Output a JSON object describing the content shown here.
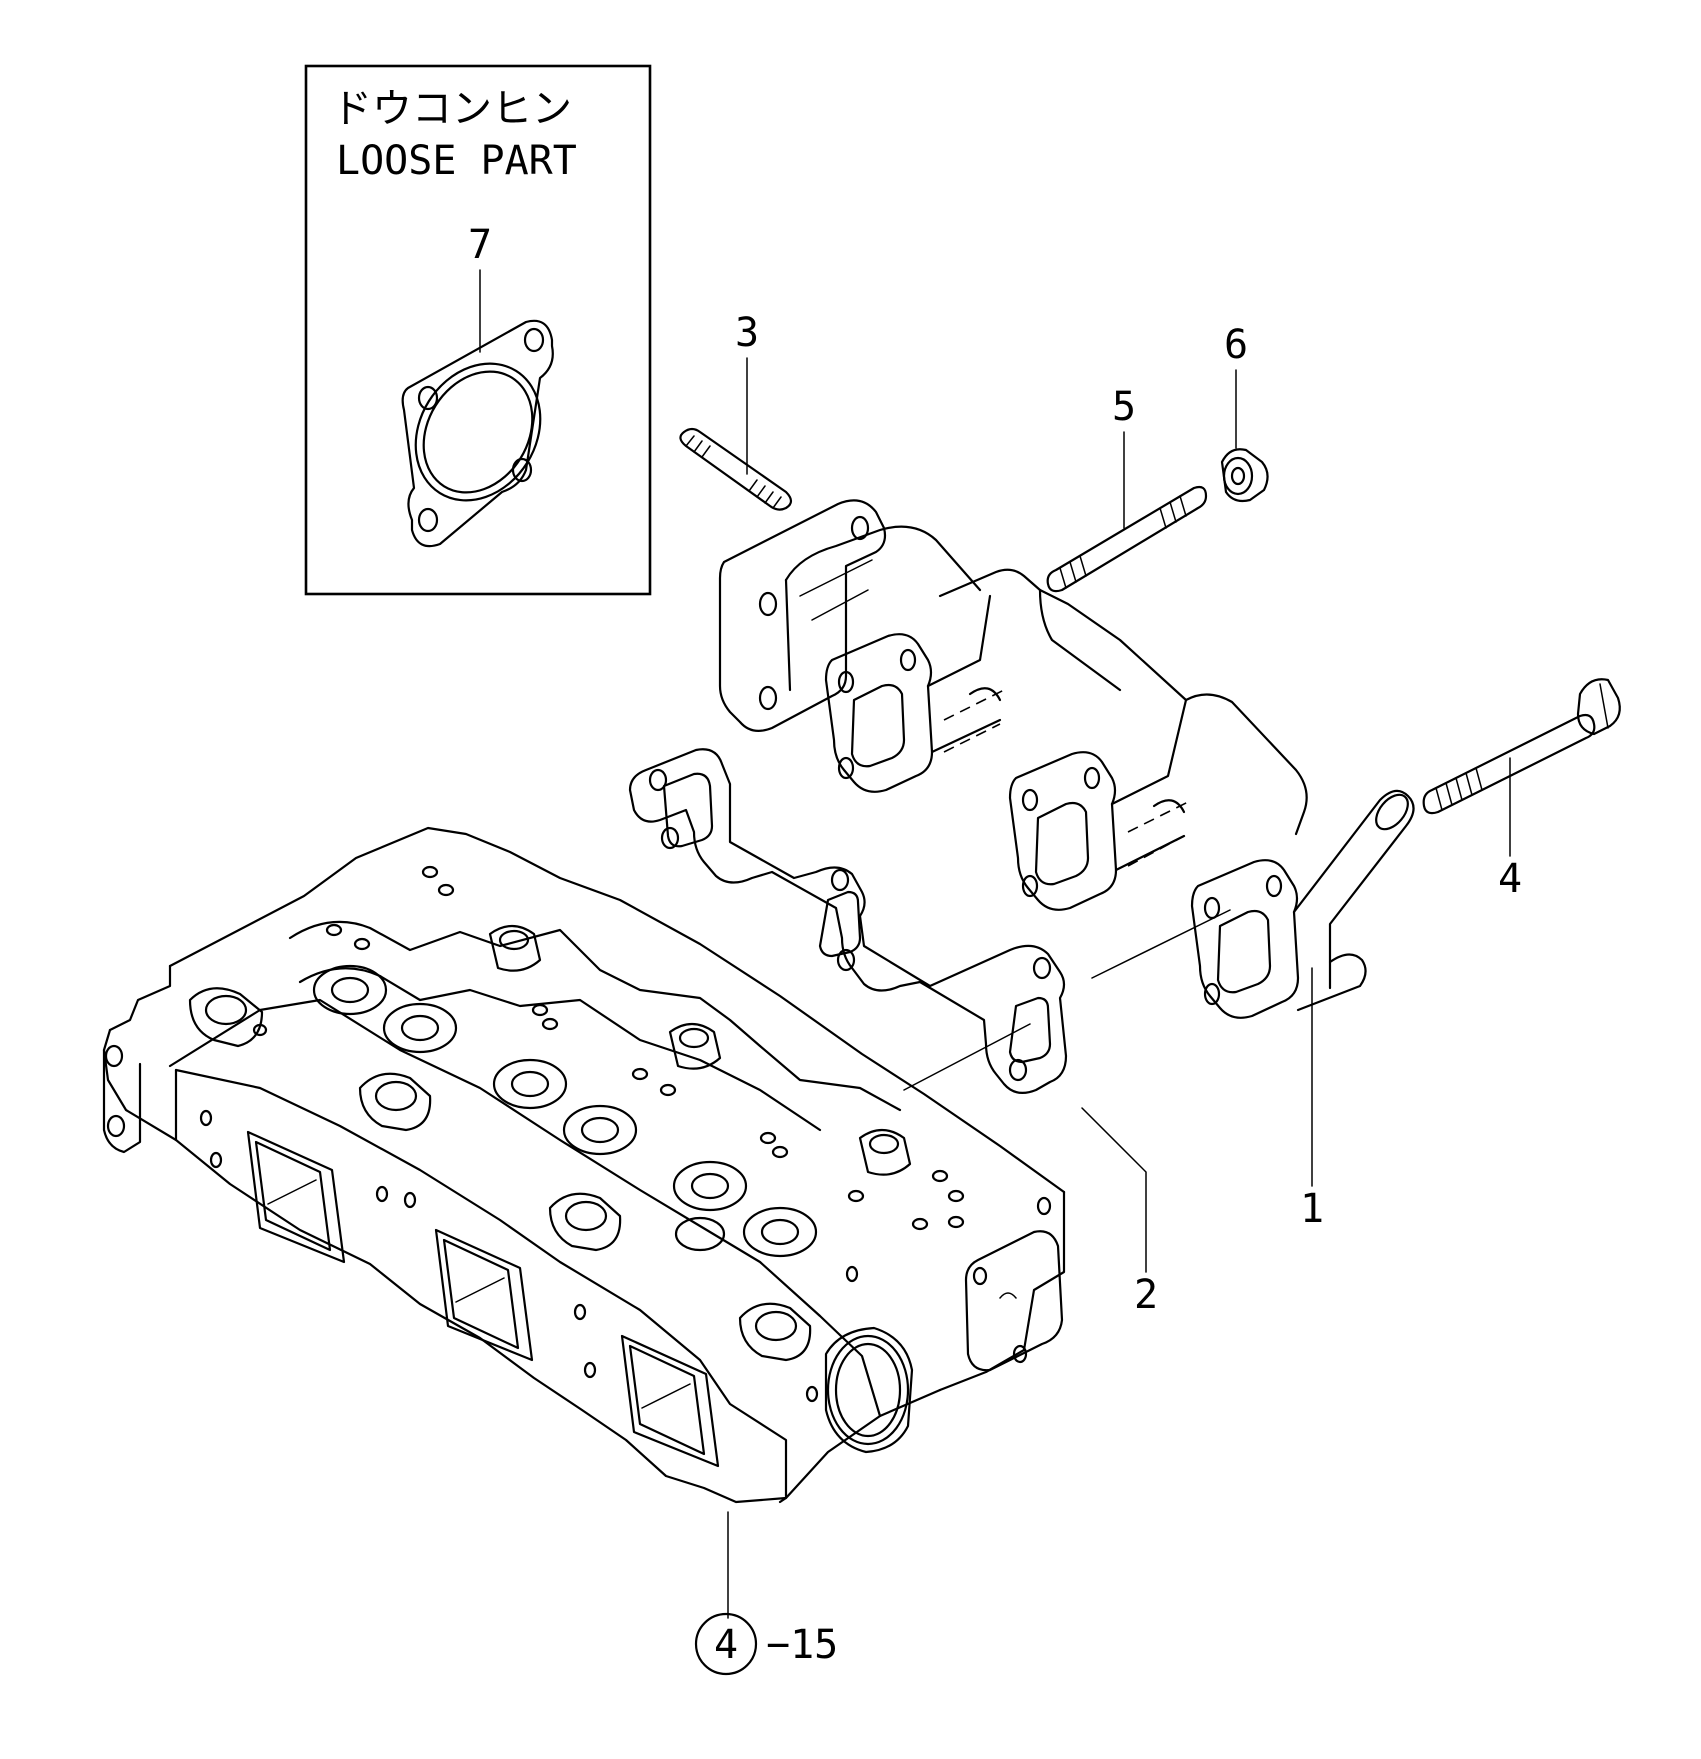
{
  "loose_box": {
    "title_jp": "ドウコンヒン",
    "title_en": "LOOSE PART"
  },
  "callouts": {
    "p1": "1",
    "p2": "2",
    "p3": "3",
    "p4": "4",
    "p5": "5",
    "p6": "6",
    "p7": "7"
  },
  "reference": {
    "circled_number": "4",
    "page_suffix": "−15"
  }
}
